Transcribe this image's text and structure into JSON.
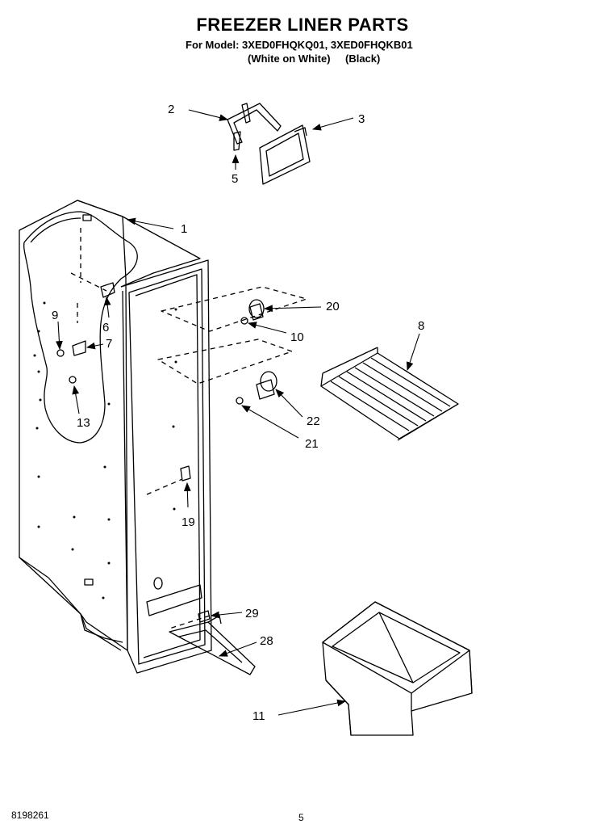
{
  "header": {
    "title": "FREEZER LINER PARTS",
    "model_line": "For Model: 3XED0FHQKQ01, 3XED0FHQKB01",
    "variant_1": "(White on White)",
    "variant_2": "(Black)"
  },
  "callouts": [
    "1",
    "2",
    "3",
    "5",
    "6",
    "7",
    "8",
    "9",
    "10",
    "11",
    "13",
    "19",
    "20",
    "21",
    "22",
    "28",
    "29"
  ],
  "footer": {
    "doc_number": "8198261",
    "page_number": "5"
  }
}
